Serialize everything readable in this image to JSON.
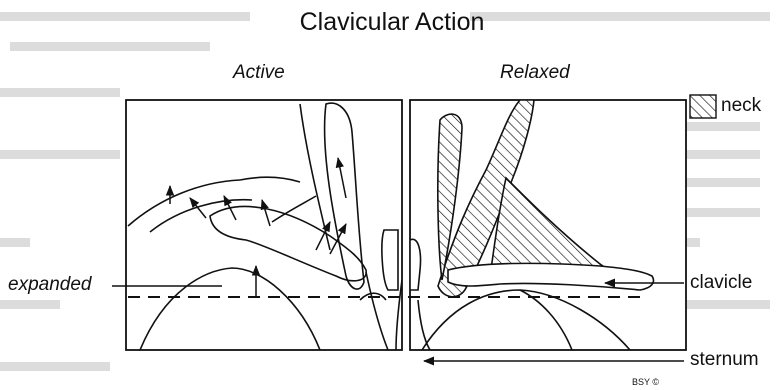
{
  "title": "Clavicular Action",
  "panels": {
    "left": {
      "label": "Active"
    },
    "right": {
      "label": "Relaxed"
    }
  },
  "legend": {
    "label": "neck",
    "pattern": "hatched"
  },
  "callouts": {
    "expanded": "expanded",
    "clavicle": "clavicle",
    "sternum": "sternum"
  },
  "copyright": "BSY ©",
  "colors": {
    "ink": "#111111",
    "paper": "#ffffff",
    "bleed_text": "#d4d4d4"
  }
}
